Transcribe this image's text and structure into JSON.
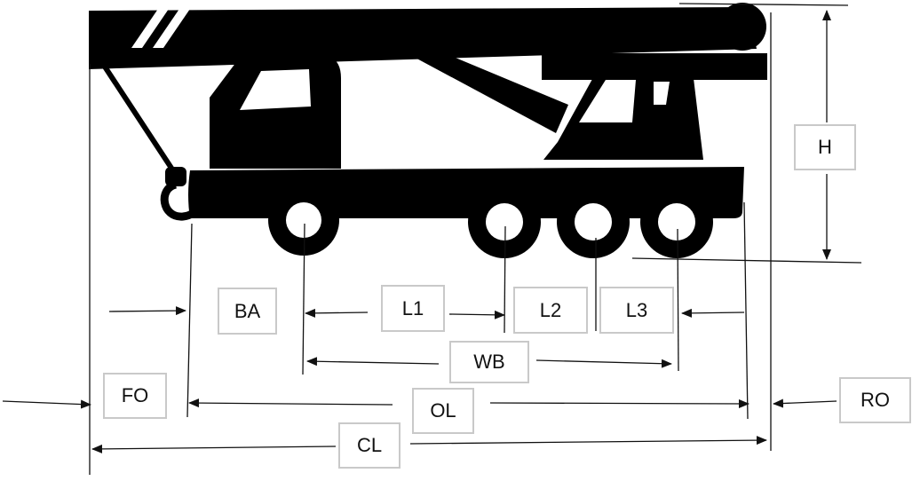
{
  "colors": {
    "silhouette": "#000000",
    "line": "#111111",
    "label_border": "#c9c9c9",
    "background": "#ffffff"
  },
  "figure": {
    "subject": "crane-truck-silhouette"
  },
  "labels": {
    "H": "H",
    "BA": "BA",
    "L1": "L1",
    "L2": "L2",
    "L3": "L3",
    "WB": "WB",
    "FO": "FO",
    "OL": "OL",
    "RO": "RO",
    "CL": "CL"
  }
}
